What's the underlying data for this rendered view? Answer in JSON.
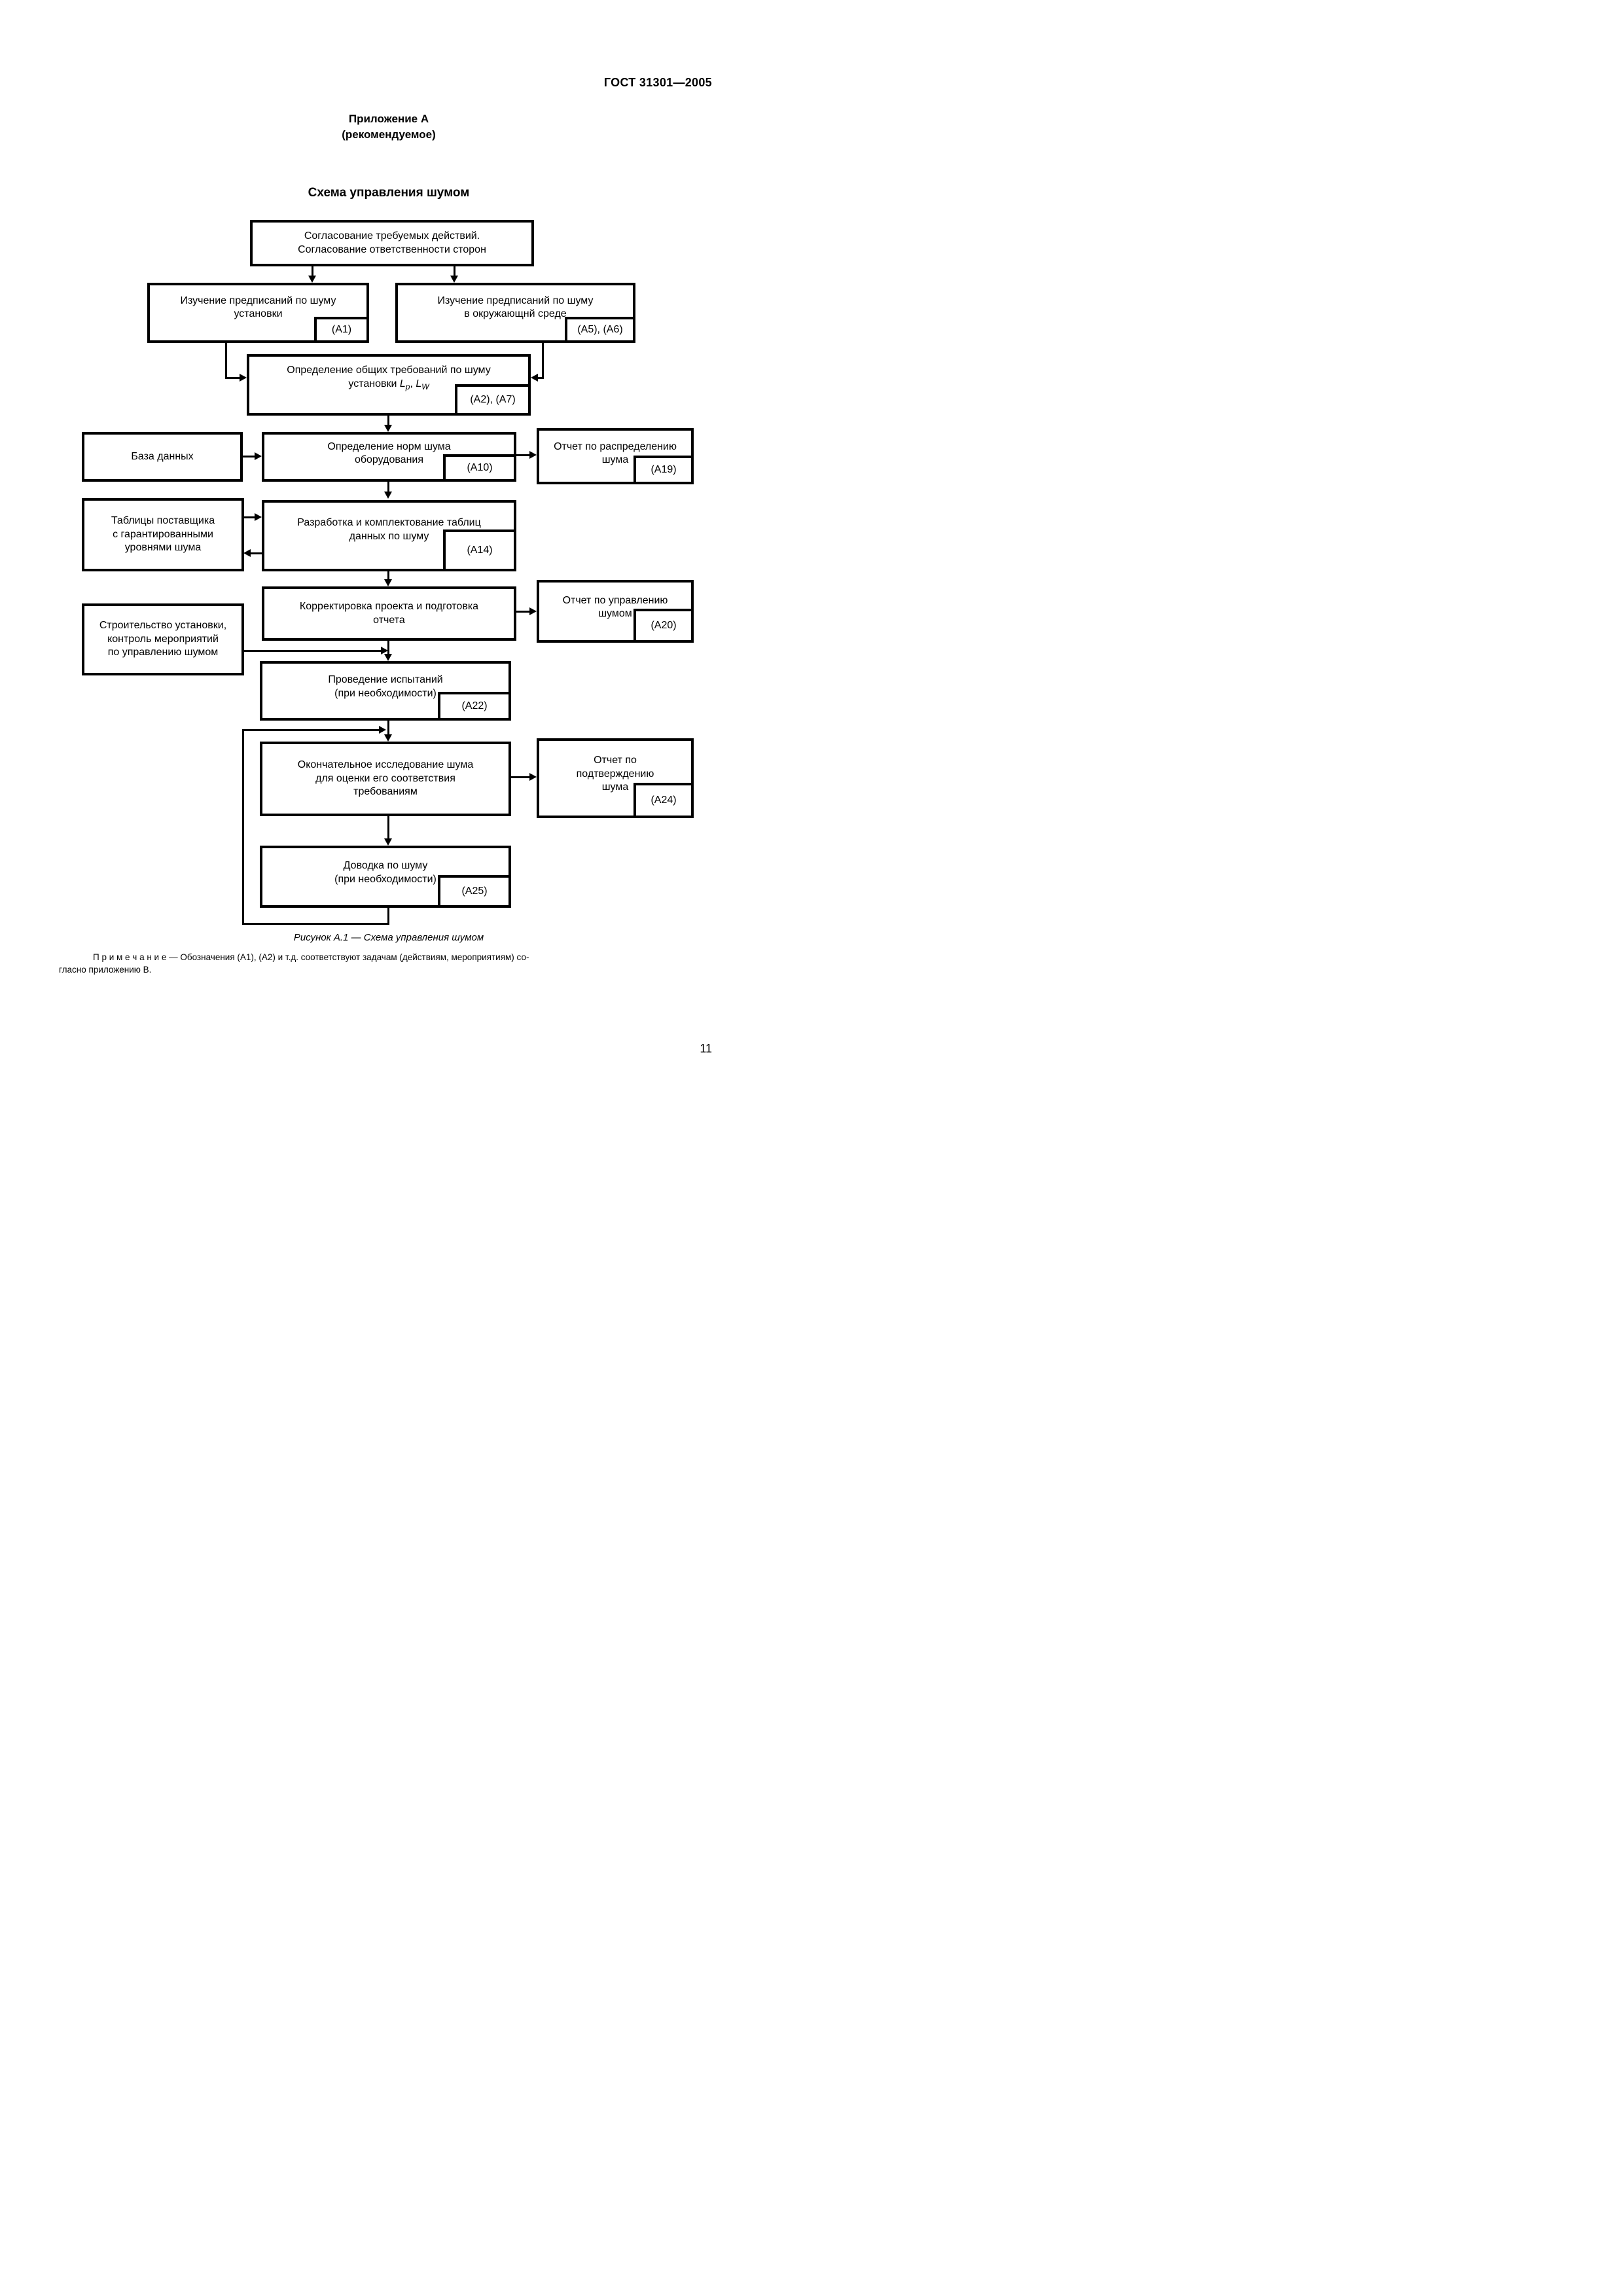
{
  "page": {
    "header": "ГОСТ 31301—2005",
    "page_number": "11",
    "annex_title": "Приложение А",
    "annex_subtitle": "(рекомендуемое)",
    "diagram_title": "Схема управления шумом",
    "caption": "Рисунок А.1 — Схема управления шумом",
    "note_line1": "П р и м е ч а н и е — Обозначения (А1), (А2) и т.д. соответствуют задачам (действиям, мероприятиям) со-",
    "note_line2": "гласно приложению В."
  },
  "flowchart": {
    "nodes": {
      "agree": {
        "label": "Согласование требуемых действий.\nСогласование ответственности сторон"
      },
      "study_plant": {
        "label": "Изучение предписаний по шуму\nустановки",
        "tag": "(А1)"
      },
      "study_env": {
        "label": "Изучение предписаний по шуму\nв окружающнй среде",
        "tag": "(А5), (А6)"
      },
      "requirements": {
        "line1": "Определение общих требований  по шуму",
        "line2_prefix": "установки ",
        "sym1": "L",
        "sub1": "p",
        "comma": ", ",
        "sym2": "L",
        "sub2": "W",
        "tag": "(А2), (А7)"
      },
      "database": {
        "label": "База данных"
      },
      "norms": {
        "label": "Определение норм шума\nоборудования",
        "tag": "(А10)"
      },
      "dist_report": {
        "label": "Отчет по распределению\nшума",
        "tag": "(А19)"
      },
      "supplier_tables": {
        "label": "Таблицы поставщика\nс гарантированными\nуровнями шума"
      },
      "data_tables": {
        "label": "Разработка и комплектование таблиц\nданных по шуму",
        "tag": "(А14)"
      },
      "correction": {
        "label": "Корректировка проекта и подготовка\nотчета"
      },
      "mgmt_report": {
        "label": "Отчет по управлению\nшумом",
        "tag": "(А20)"
      },
      "construction": {
        "label": "Строительство установки,\nконтроль мероприятий\nпо управлению шумом"
      },
      "tests": {
        "label": "Проведение испытаний\n(при необходимости)",
        "tag": "(А22)"
      },
      "final_study": {
        "label": "Окончательное исследование шума\nдля оценки его соответствия\nтребованиям"
      },
      "confirm_report": {
        "label": "Отчет по\nподтверждению\nшума",
        "tag": "(А24)"
      },
      "tuning": {
        "label": "Доводка по шуму\n(при необходимости)",
        "tag": "(А25)"
      }
    }
  }
}
